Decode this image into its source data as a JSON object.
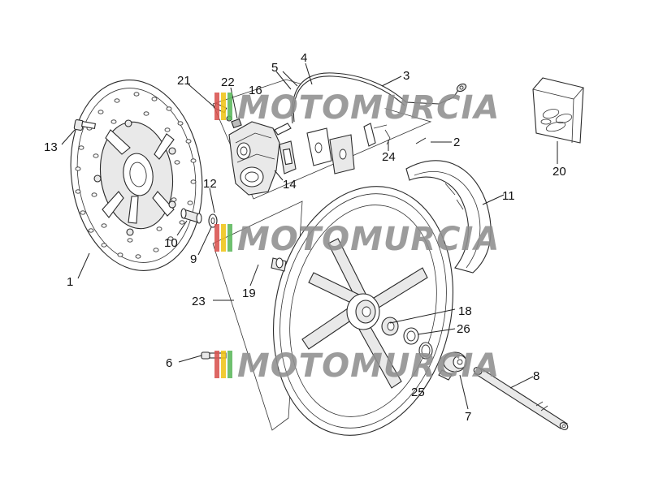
{
  "diagram": {
    "callouts": [
      {
        "id": "c1",
        "text": "1"
      },
      {
        "id": "c2",
        "text": "2"
      },
      {
        "id": "c3",
        "text": "3"
      },
      {
        "id": "c4",
        "text": "4"
      },
      {
        "id": "c5",
        "text": "5"
      },
      {
        "id": "c6",
        "text": "6"
      },
      {
        "id": "c7",
        "text": "7"
      },
      {
        "id": "c8",
        "text": "8"
      },
      {
        "id": "c9",
        "text": "9"
      },
      {
        "id": "c10",
        "text": "10"
      },
      {
        "id": "c11",
        "text": "11"
      },
      {
        "id": "c12",
        "text": "12"
      },
      {
        "id": "c13",
        "text": "13"
      },
      {
        "id": "c14",
        "text": "14"
      },
      {
        "id": "c16",
        "text": "16"
      },
      {
        "id": "c18",
        "text": "18"
      },
      {
        "id": "c19",
        "text": "19"
      },
      {
        "id": "c20",
        "text": "20"
      },
      {
        "id": "c21",
        "text": "21"
      },
      {
        "id": "c22",
        "text": "22"
      },
      {
        "id": "c23",
        "text": "23"
      },
      {
        "id": "c24",
        "text": "24"
      },
      {
        "id": "c25",
        "text": "25"
      },
      {
        "id": "c26",
        "text": "26"
      }
    ]
  },
  "watermark": {
    "text": "MOTOMURCIA",
    "stripe_colors": [
      "#d9534f",
      "#f0c419",
      "#5cb85c"
    ],
    "text_color": "#8f8f8f"
  }
}
